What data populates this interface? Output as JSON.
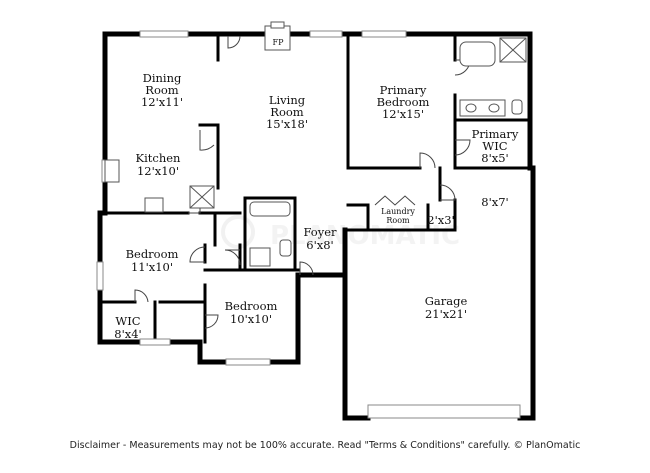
{
  "rooms": {
    "dining": {
      "name": "Dining\nRoom",
      "dims": "12'x11'"
    },
    "living": {
      "name": "Living\nRoom",
      "dims": "15'x18'"
    },
    "primary_bedroom": {
      "name": "Primary\nBedroom",
      "dims": "12'x15'"
    },
    "primary_wic": {
      "name": "Primary\nWIC",
      "dims": "8'x5'"
    },
    "kitchen": {
      "name": "Kitchen",
      "dims": "12'x10'"
    },
    "primary_bath": {
      "name": "",
      "dims": "8'x7'"
    },
    "laundry": {
      "name": "Laundry\nRoom",
      "dims": ""
    },
    "closet": {
      "name": "",
      "dims": "2'x3'"
    },
    "bedroom_left": {
      "name": "Bedroom",
      "dims": "11'x10'"
    },
    "foyer": {
      "name": "Foyer",
      "dims": "6'x8'"
    },
    "garage": {
      "name": "Garage",
      "dims": "21'x21'"
    },
    "wic_small": {
      "name": "WIC",
      "dims": "8'x4'"
    },
    "bedroom_center": {
      "name": "Bedroom",
      "dims": "10'x10'"
    }
  },
  "fireplace": {
    "label": "FP"
  },
  "disclaimer": "Disclaimer - Measurements may not be 100% accurate. Read \"Terms & Conditions\" carefully. © PlanOmatic"
}
